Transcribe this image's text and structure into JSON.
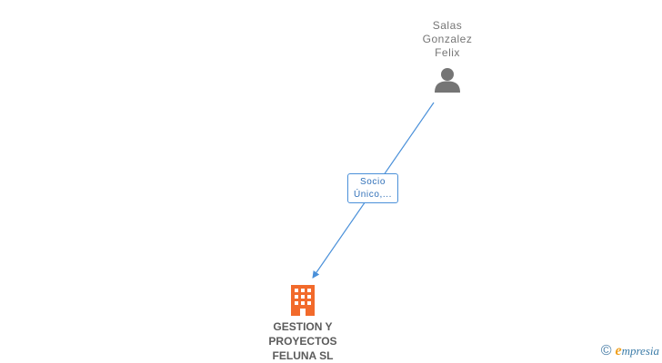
{
  "person": {
    "name_lines": [
      "Salas",
      "Gonzalez",
      "Felix"
    ],
    "icon": "person-icon"
  },
  "relation": {
    "label_lines": [
      "Socio",
      "Único,..."
    ]
  },
  "company": {
    "name_lines": [
      "GESTION Y",
      "PROYECTOS",
      "FELUNA SL"
    ],
    "icon": "building-icon"
  },
  "brand": {
    "copyright_symbol": "©",
    "logo_initial": "e",
    "logo_rest": "mpresia"
  },
  "colors": {
    "edge": "#4a90d9",
    "person_icon": "#757575",
    "company_icon": "#f26a2b",
    "brand_accent": "#f0a020"
  }
}
